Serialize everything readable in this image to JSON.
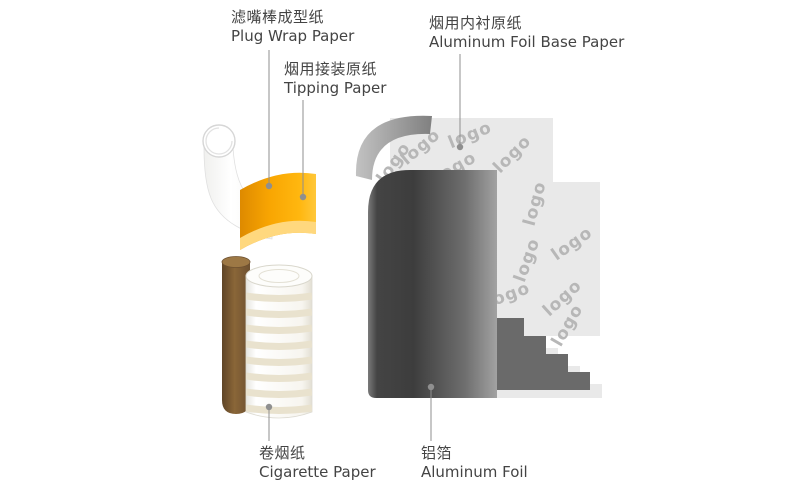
{
  "diagram": {
    "watermark": "logo",
    "labels": {
      "plug_wrap": {
        "zh": "滤嘴棒成型纸",
        "en": "Plug Wrap Paper"
      },
      "tipping": {
        "zh": "烟用接装原纸",
        "en": "Tipping Paper"
      },
      "foil_base": {
        "zh": "烟用内衬原纸",
        "en": "Aluminum Foil Base Paper"
      },
      "cigarette": {
        "zh": "卷烟纸",
        "en": "Cigarette Paper"
      },
      "foil": {
        "zh": "铝箔",
        "en": "Aluminum Foil"
      }
    },
    "colors": {
      "tipping_orange": "#f9a602",
      "tipping_band": "#ffd87e",
      "foil_dark": "#3d3d3d",
      "foil_light": "#a2a2a2",
      "base_paper": "#e9e9e9",
      "logo_text": "#b7b7b7",
      "rod_brown": "#8a6638",
      "stripe_cream": "#e9e2ce",
      "leader": "#8f8f8f",
      "label_text": "#444444"
    }
  }
}
